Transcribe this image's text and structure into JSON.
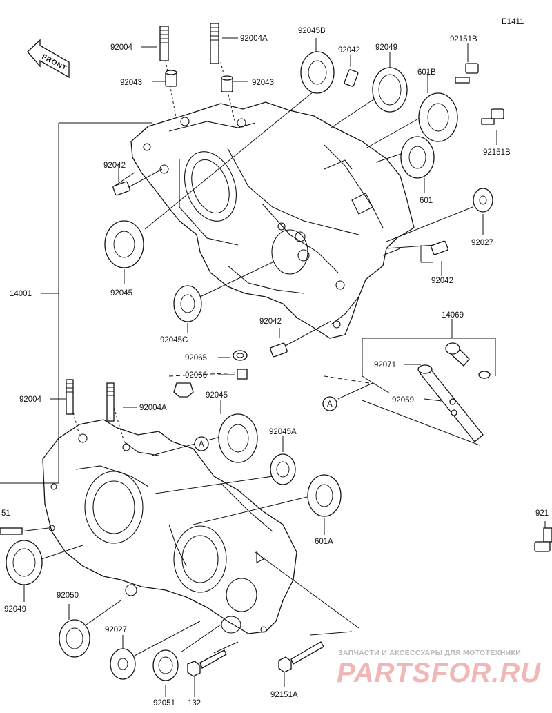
{
  "diagram_code": "E1411",
  "front_label": "FRONT",
  "callout_letter": "A",
  "watermark": {
    "tagline": "ЗАПЧАСТИ И АКСЕССУАРЫ ДЛЯ МОТОТЕХНИКИ",
    "brand": "PARTSFOR.RU"
  },
  "labels": {
    "l_92004_top": "92004",
    "l_92004a_top": "92004A",
    "l_92045b": "92045B",
    "l_92042_top": "92042",
    "l_92049_top": "92049",
    "l_92151b_1": "92151B",
    "l_92043_left": "92043",
    "l_92043_right": "92043",
    "l_601b": "601B",
    "l_92151b_2": "92151B",
    "l_92042_left": "92042",
    "l_601": "601",
    "l_92027_right": "92027",
    "l_92045_upper": "92045",
    "l_92042_right": "92042",
    "l_14001": "14001",
    "l_92045c": "92045C",
    "l_92042_mid": "92042",
    "l_14069": "14069",
    "l_92065": "92065",
    "l_92066": "92066",
    "l_92071": "92071",
    "l_92059": "92059",
    "l_92004_bottom": "92004",
    "l_92004a_bottom": "92004A",
    "l_92045_lower": "92045",
    "l_92045a": "92045A",
    "l_51_partial": "51",
    "l_601a": "601A",
    "l_921_partial": "921",
    "l_92049_bottom": "92049",
    "l_92050": "92050",
    "l_92027_bottom": "92027",
    "l_92051": "92051",
    "l_132": "132",
    "l_92151a": "92151A"
  }
}
